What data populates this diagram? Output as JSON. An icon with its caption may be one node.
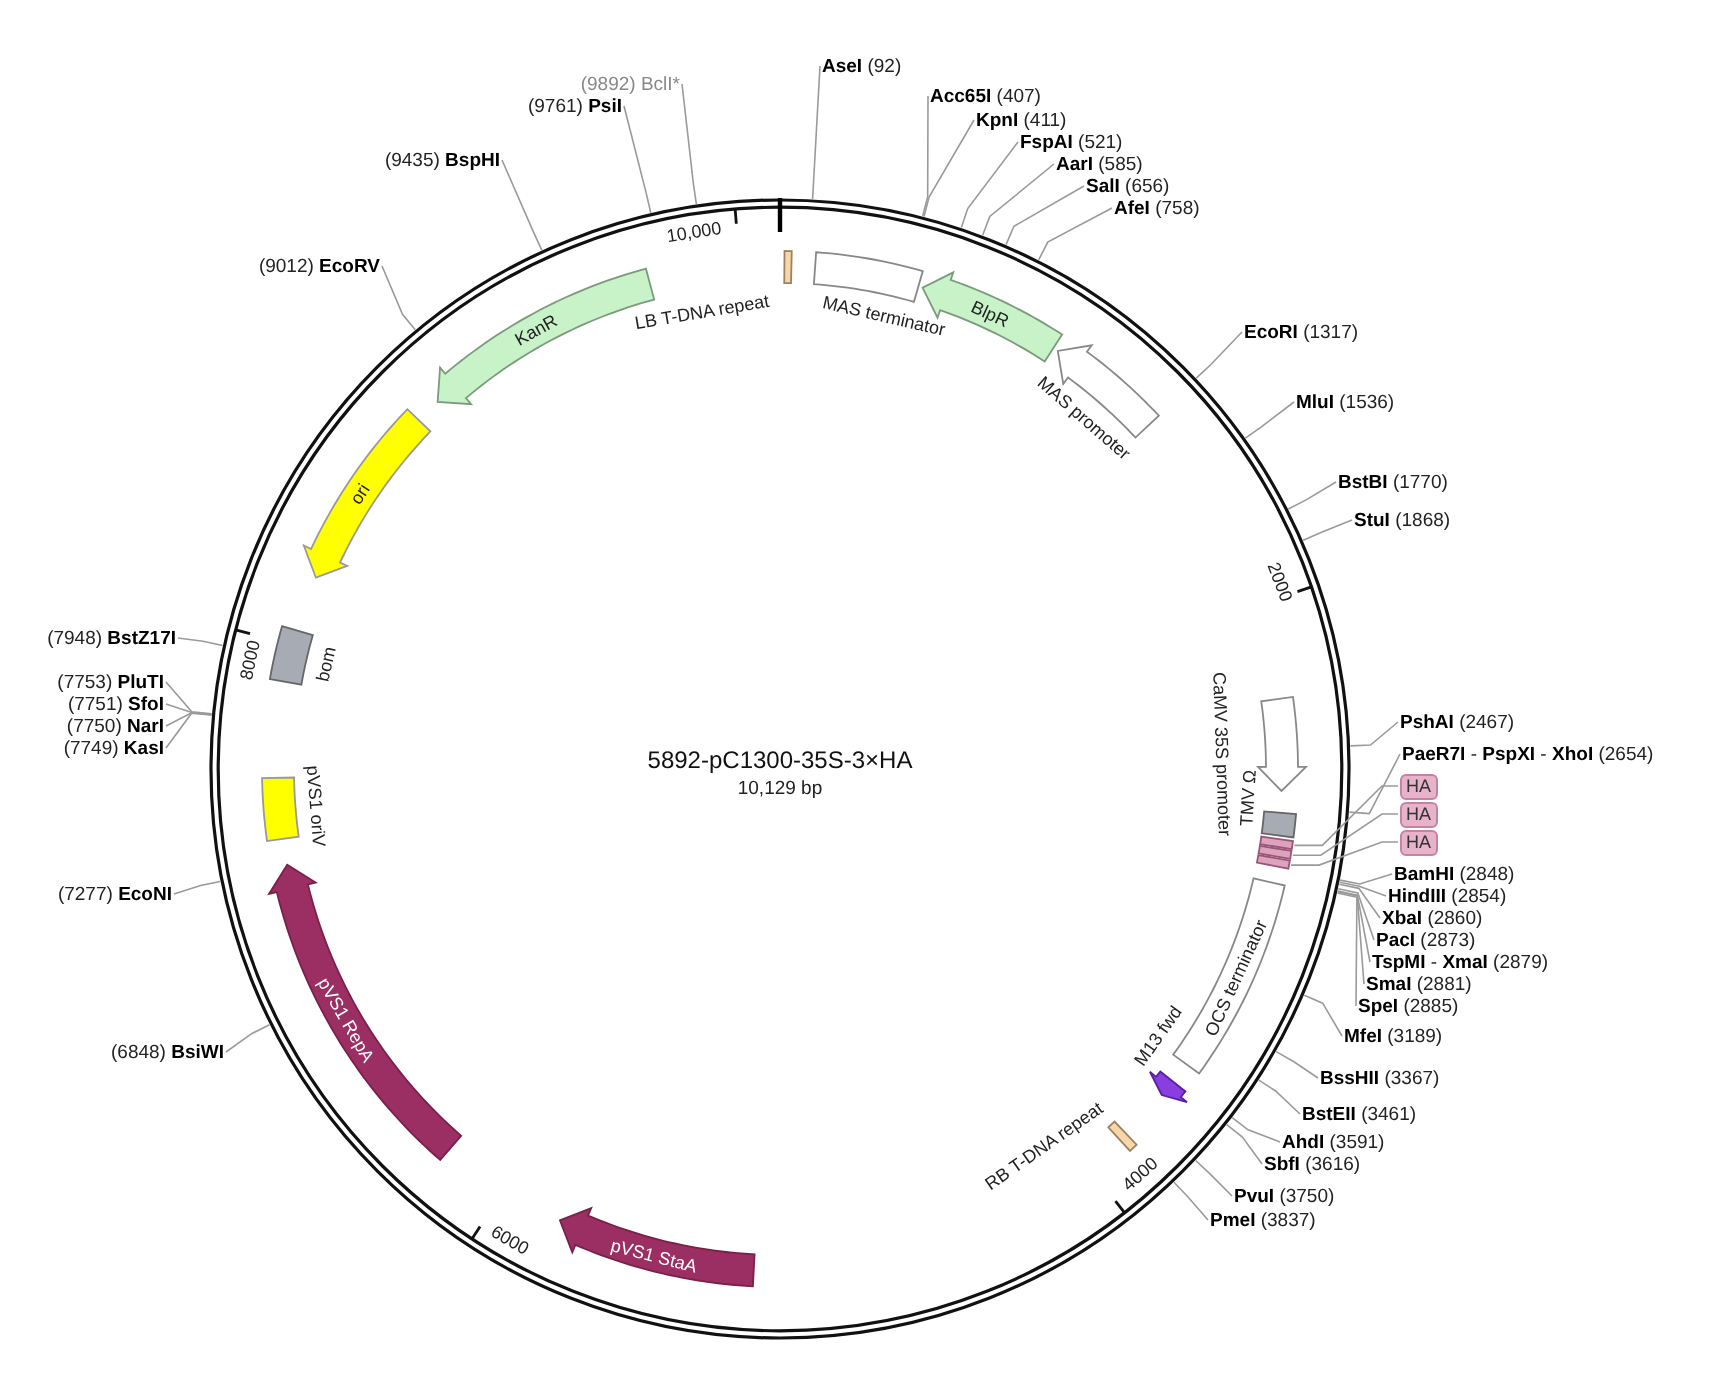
{
  "diagram": {
    "title": "5892-pC1300-35S-3×HA",
    "nodes": [
      {
        "text": [
          "**AseI** (92)"
        ]
      },
      {
        "text": [
          "**Acc65I** (407)"
        ]
      },
      {
        "text": [
          "**KpnI** (411)"
        ]
      },
      {
        "text": [
          "**FspAI** (521)"
        ]
      },
      {
        "text": [
          "**AarI** (585)"
        ]
      },
      {
        "text": [
          "**SalI** (656)"
        ]
      },
      {
        "text": [
          "**AfeI** (758)"
        ]
      },
      {
        "text": [
          "**EcoRI** (1317)"
        ]
      },
      {
        "text": [
          "**MluI** (1536)"
        ]
      },
      {
        "text": [
          "**BstBI** (1770)"
        ]
      },
      {
        "text": [
          "**StuI** (1868)"
        ]
      },
      {
        "text": [
          "**PshAI** (2467)"
        ]
      },
      {
        "text": [
          "**PaeR7I** - **PspXI** - **XhoI** (2654)"
        ]
      },
      {
        "text": [
          "HA"
        ]
      },
      {
        "text": [
          "HA"
        ]
      },
      {
        "text": [
          "HA"
        ]
      },
      {
        "text": [
          "**BamHI** (2848)"
        ]
      },
      {
        "text": [
          "**HindIII** (2854)"
        ]
      },
      {
        "text": [
          "**XbaI** (2860)"
        ]
      },
      {
        "text": [
          "**PacI** (2873)"
        ]
      },
      {
        "text": [
          "**TspMI** - **XmaI** (2879)"
        ]
      },
      {
        "text": [
          "**SmaI** (2881)"
        ]
      },
      {
        "text": [
          "**SpeI** (2885)"
        ]
      },
      {
        "text": [
          "**MfeI** (3189)"
        ]
      },
      {
        "text": [
          "**BssHII** (3367)"
        ]
      },
      {
        "text": [
          "**BstEII** (3461)"
        ]
      },
      {
        "text": [
          "**AhdI** (3591)"
        ]
      },
      {
        "text": [
          "**SbfI** (3616)"
        ]
      },
      {
        "text": [
          "**PvuI** (3750)"
        ]
      },
      {
        "text": [
          "**PmeI** (3837)"
        ]
      },
      {
        "text": [
          "(6848) **BsiWI**"
        ]
      },
      {
        "text": [
          "(7277) **EcoNI**"
        ]
      },
      {
        "text": [
          "(7749) **KasI**"
        ]
      },
      {
        "text": [
          "(7750) **NarI**"
        ]
      },
      {
        "text": [
          "(7751) **SfoI**"
        ]
      },
      {
        "text": [
          "(7753) **PluTI**"
        ]
      },
      {
        "text": [
          "(7948) **BstZ17I**"
        ]
      },
      {
        "text": [
          "(9012) **EcoRV**"
        ]
      },
      {
        "text": [
          "(9435) **BspHI**"
        ]
      },
      {
        "text": [
          "(9761) **PsiI**"
        ]
      },
      {
        "text": [
          "(9892) BclI*"
        ]
      },
      {
        "text": [
          "LB T-DNA repeat"
        ]
      },
      {
        "text": [
          "MAS terminator"
        ]
      },
      {
        "text": [
          "BlpR"
        ]
      },
      {
        "text": [
          "MAS promoter"
        ]
      },
      {
        "text": [
          "CaMV 35S promoter"
        ]
      },
      {
        "text": [
          "TMV Ω"
        ]
      },
      {
        "text": [],
        "shape": "box"
      },
      {
        "text": [],
        "shape": "box"
      },
      {
        "text": [],
        "shape": "box"
      },
      {
        "text": [
          "OCS terminator"
        ]
      },
      {
        "text": [
          "M13 fwd"
        ]
      },
      {
        "text": [
          "RB T-DNA repeat"
        ]
      },
      {
        "text": [
          "pVS1 StaA"
        ]
      },
      {
        "text": [
          "pVS1 RepA"
        ]
      },
      {
        "text": [
          "pVS1 oriV"
        ]
      },
      {
        "text": [
          "bom"
        ]
      },
      {
        "text": [
          "ori"
        ]
      },
      {
        "text": [
          "KanR"
        ]
      }
    ],
    "edges": [
      {
        "from": 0,
        "to": null,
        "arrow": "none"
      },
      {
        "from": 1,
        "to": null,
        "arrow": "none"
      },
      {
        "from": 2,
        "to": null,
        "arrow": "none"
      },
      {
        "from": 3,
        "to": null,
        "arrow": "none"
      },
      {
        "from": 4,
        "to": null,
        "arrow": "none"
      },
      {
        "from": 5,
        "to": null,
        "arrow": "none"
      },
      {
        "from": 6,
        "to": null,
        "arrow": "none"
      },
      {
        "from": 7,
        "to": null,
        "arrow": "none"
      },
      {
        "from": 8,
        "to": null,
        "arrow": "none"
      },
      {
        "from": 9,
        "to": null,
        "arrow": "none"
      },
      {
        "from": 10,
        "to": null,
        "arrow": "none"
      },
      {
        "from": 11,
        "to": null,
        "arrow": "none"
      },
      {
        "from": 12,
        "to": null,
        "arrow": "none"
      },
      {
        "from": 13,
        "to": 47,
        "arrow": "none"
      },
      {
        "from": 14,
        "to": 48,
        "arrow": "none"
      },
      {
        "from": 15,
        "to": 49,
        "arrow": "none"
      },
      {
        "from": 16,
        "to": null,
        "arrow": "none"
      },
      {
        "from": 17,
        "to": null,
        "arrow": "none"
      },
      {
        "from": 18,
        "to": null,
        "arrow": "none"
      },
      {
        "from": 19,
        "to": null,
        "arrow": "none"
      },
      {
        "from": 20,
        "to": null,
        "arrow": "none"
      },
      {
        "from": 21,
        "to": null,
        "arrow": "none"
      },
      {
        "from": 22,
        "to": null,
        "arrow": "none"
      },
      {
        "from": 23,
        "to": null,
        "arrow": "none"
      },
      {
        "from": 24,
        "to": null,
        "arrow": "none"
      },
      {
        "from": 25,
        "to": null,
        "arrow": "none"
      },
      {
        "from": 26,
        "to": null,
        "arrow": "none"
      },
      {
        "from": 27,
        "to": null,
        "arrow": "none"
      },
      {
        "from": 28,
        "to": null,
        "arrow": "none"
      },
      {
        "from": 29,
        "to": null,
        "arrow": "none"
      },
      {
        "from": 30,
        "to": null,
        "arrow": "none"
      },
      {
        "from": 31,
        "to": null,
        "arrow": "none"
      },
      {
        "from": 32,
        "to": null,
        "arrow": "none"
      },
      {
        "from": 33,
        "to": null,
        "arrow": "none"
      },
      {
        "from": 34,
        "to": null,
        "arrow": "none"
      },
      {
        "from": 35,
        "to": null,
        "arrow": "none"
      },
      {
        "from": 36,
        "to": null,
        "arrow": "none"
      },
      {
        "from": 37,
        "to": null,
        "arrow": "none"
      },
      {
        "from": 38,
        "to": null,
        "arrow": "none"
      },
      {
        "from": 39,
        "to": null,
        "arrow": "none"
      },
      {
        "from": 40,
        "to": null,
        "arrow": "none"
      }
    ],
    "labels": [
      "10,000",
      "2000",
      "8000",
      "10,129 bp",
      "4000",
      "6000"
    ]
  }
}
